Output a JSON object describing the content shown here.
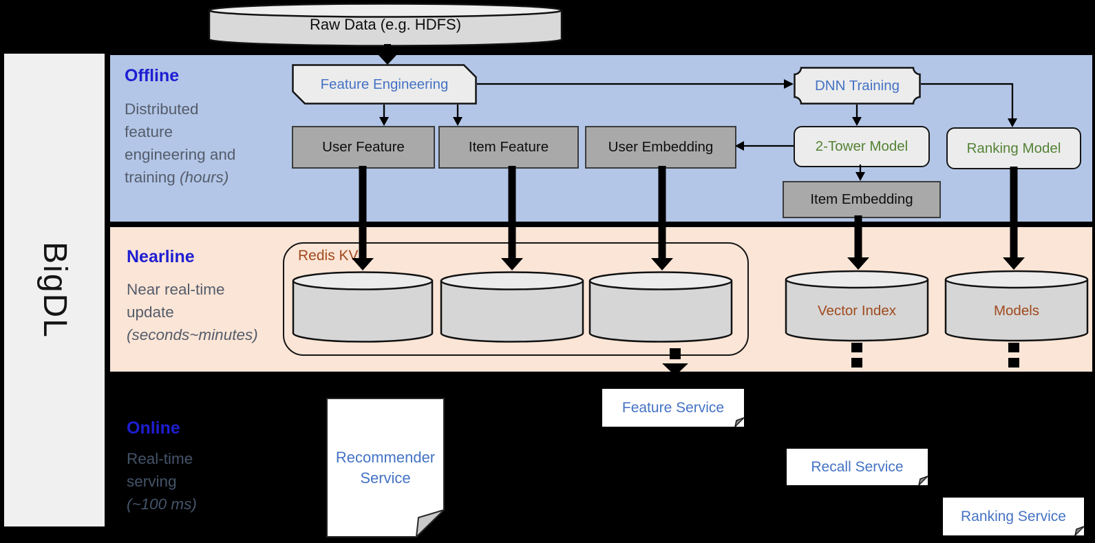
{
  "sidebar": {
    "brand": "BigDL"
  },
  "datasource": {
    "label": "Raw Data (e.g. HDFS)"
  },
  "sections": {
    "offline": {
      "title": "Offline",
      "desc1": "Distributed",
      "desc2": "feature",
      "desc3": "engineering and",
      "desc4": "training ",
      "desc4_italic": "(hours)"
    },
    "nearline": {
      "title": "Nearline",
      "desc1": "Near real-time",
      "desc2": "update",
      "desc_italic": "(seconds~minutes)"
    },
    "online": {
      "title": "Online",
      "desc1": "Real-time",
      "desc2": "serving",
      "desc_italic": "(~100 ms)"
    }
  },
  "nodes": {
    "feature_engineering": "Feature Engineering",
    "dnn_training": "DNN Training",
    "user_feature": "User Feature",
    "item_feature": "Item Feature",
    "user_embedding": "User Embedding",
    "two_tower_model": "2-Tower Model",
    "ranking_model": "Ranking Model",
    "item_embedding": "Item Embedding",
    "redis_kv": "Redis KV",
    "vector_index": "Vector Index",
    "models": "Models",
    "recommender_line1": "Recommender",
    "recommender_line2": "Service",
    "feature_service": "Feature Service",
    "recall_service": "Recall Service",
    "ranking_service": "Ranking Service"
  },
  "colors": {
    "offline_band": "#b3c6e7",
    "nearline_band": "#fbe5d6",
    "section_title_blue": "#1e1ed2",
    "subtitle_gray": "#545c6b",
    "node_text_blue": "#4472c4",
    "node_text_green": "#548235",
    "node_text_brown": "#a04a1e",
    "gray_box_fill": "#a9a9a9",
    "shape_fill": "#ececec",
    "cylinder_fill": "#d6d6d6"
  }
}
